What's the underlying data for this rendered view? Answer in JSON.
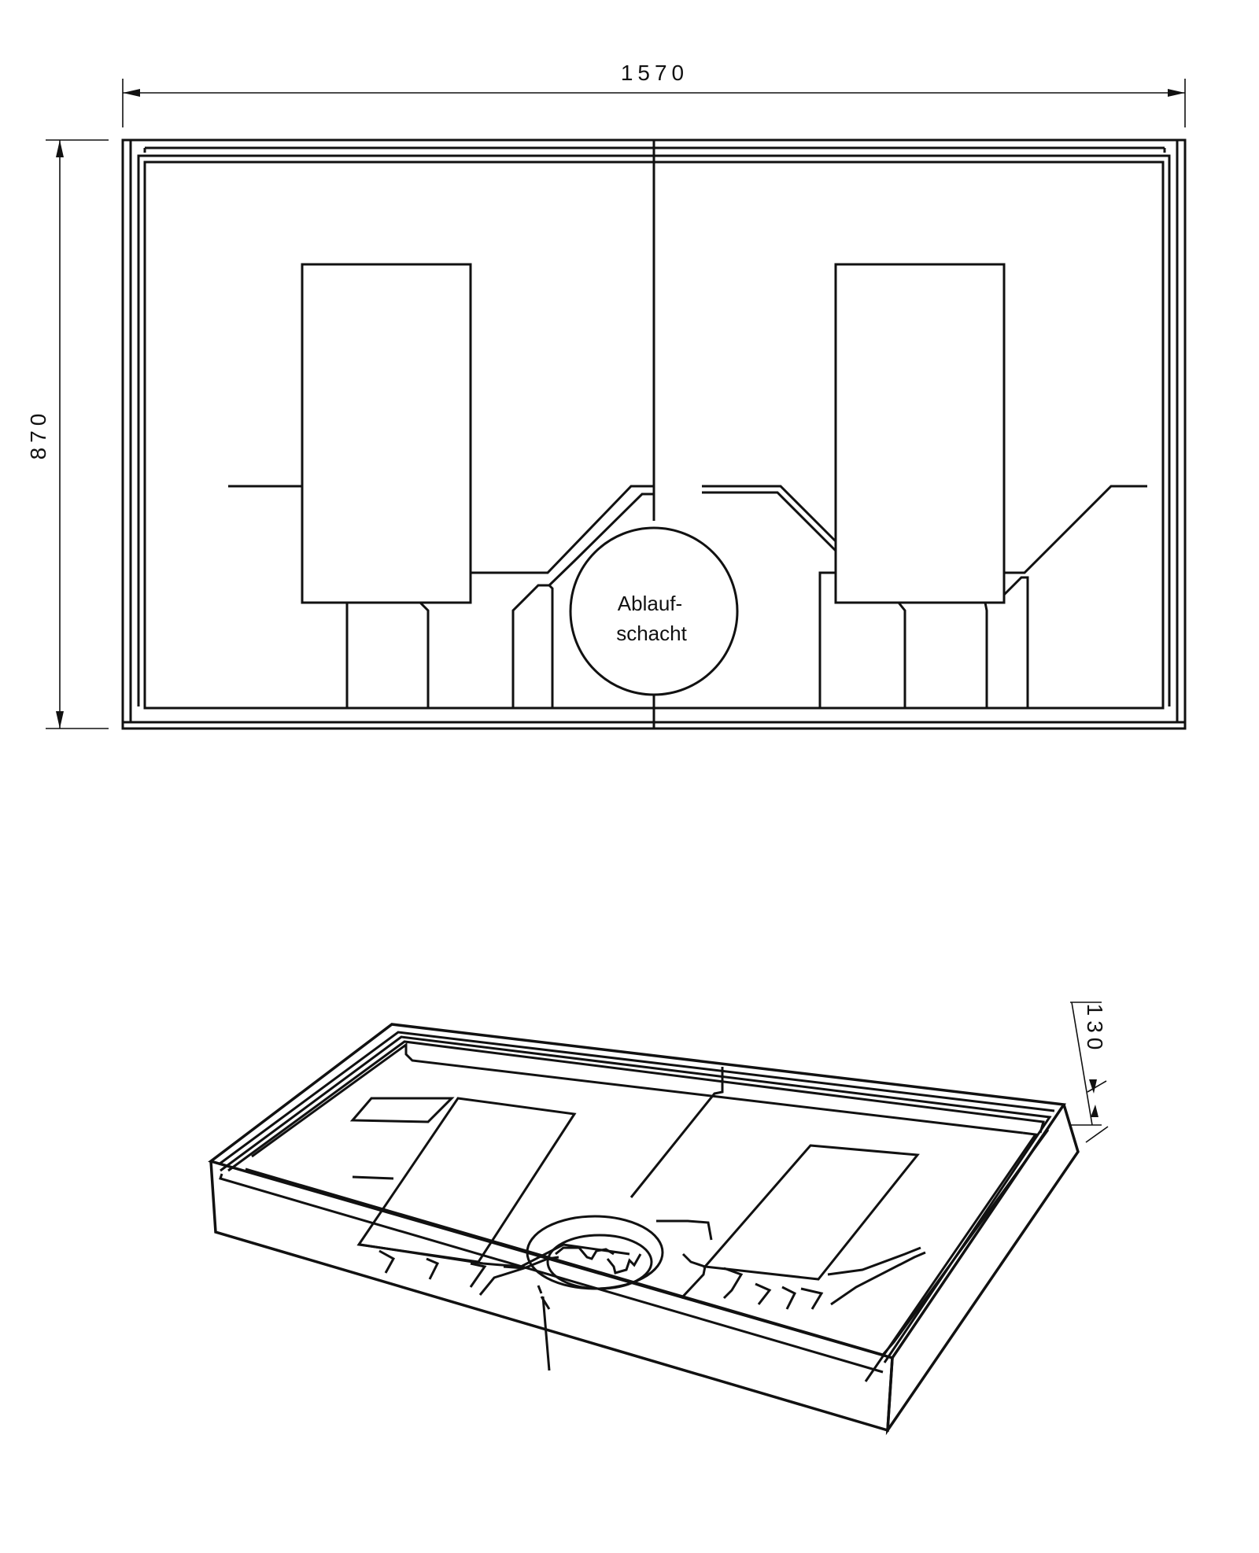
{
  "top_view": {
    "dimensions": {
      "width": "1570",
      "height": "870"
    },
    "drain_label": {
      "line1": "Ablauf-",
      "line2": "schacht"
    }
  },
  "iso_view": {
    "dimensions": {
      "depth": "130"
    }
  },
  "colors": {
    "line": "#111111",
    "background": "#ffffff"
  }
}
